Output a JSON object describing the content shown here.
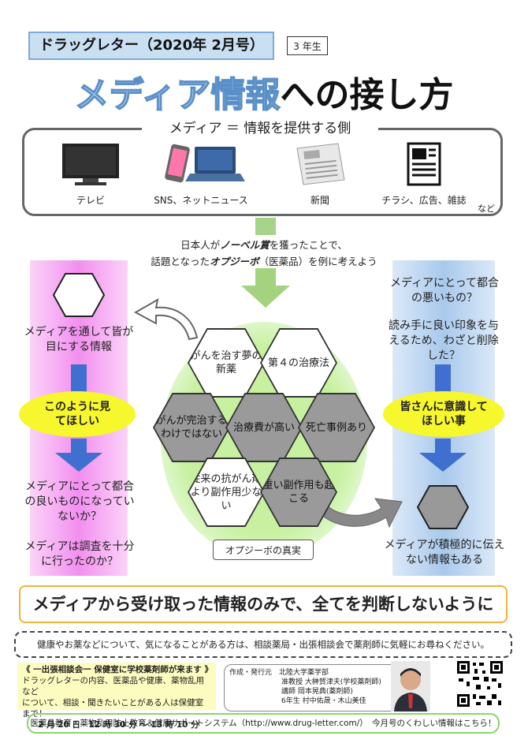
{
  "header": {
    "title": "ドラッグレター（2020年 2月号）",
    "grade": "3 年生"
  },
  "title": {
    "highlight": "メディア情報",
    "rest": "への接し方"
  },
  "media": {
    "heading": "メディア ＝ 情報を提供する側",
    "items": [
      {
        "label": "テレビ",
        "icon": "tv-icon"
      },
      {
        "label": "SNS、ネットニュース",
        "icon": "smartphone-laptop-icon"
      },
      {
        "label": "新聞",
        "icon": "newspaper-icon"
      },
      {
        "label": "チラシ、広告、雑誌",
        "icon": "flyer-icon"
      }
    ],
    "etc": "など"
  },
  "intro": {
    "line1_a": "日本人が",
    "line1_b": "ノーベル賞",
    "line1_c": "を獲ったことで、",
    "line2_a": "話題となった",
    "line2_b": "オプジーボ",
    "line2_c": "（医薬品）を例に考えよう"
  },
  "left": {
    "text1": "メディアを通して皆が目にする情報",
    "ellipse": "このように見てほしい",
    "text2": "メディアにとって都合の良いものになっていないか？",
    "text3": "メディアは調査を十分に行ったのか？"
  },
  "right": {
    "text1": "メディアにとって都合の悪いもの？",
    "text2": "読み手に良い印象を与えるため、わざと削除した？",
    "ellipse": "皆さんに意識してほしい事",
    "text3": "メディアが積極的に伝えない情報もある"
  },
  "hexes": [
    {
      "text": "がんを治す夢の新薬",
      "style": "white"
    },
    {
      "text": "第４の治療法",
      "style": "white"
    },
    {
      "text": "がんが完治するわけではない",
      "style": "gray"
    },
    {
      "text": "治療費が高い",
      "style": "gray"
    },
    {
      "text": "死亡事例あり",
      "style": "gray"
    },
    {
      "text": "従来の抗がん剤より副作用少ない",
      "style": "white"
    },
    {
      "text": "重い副作用も起こる",
      "style": "gray"
    }
  ],
  "truth_label": "オプジーボの真実",
  "conclusion": "メディアから受け取った情報のみで、全てを判断しないように",
  "consult": "健康やお薬などについて、気になることがある方は、相談薬局・出張相談会で薬剤師に気軽にお尋ねください。",
  "dept": {
    "title": "《 一出張相談会一 保健室に学校薬剤師が来ます 》",
    "line1": "ドラッグレターの内容、医薬品や健康、薬物乱用など",
    "line2": "について、相談・聞きたいことがある人は保健室まで！",
    "time": "2 月 20 日　12 時 30 分 ～ 13 時 10 分"
  },
  "staff": {
    "role": "作成・発行元",
    "org": "北陸大学薬学部",
    "l1": "准教授 大榊賀津夫(学校薬剤師)",
    "l2": "講師 岡本晃典(薬剤師)",
    "l3": "6年生 村中佑晟・木山美佳"
  },
  "footer": "医薬品教育・薬物乱用防止教育＆健康サポートシステム（http://www.drug-letter.com/）　今月号のくわしい情報はこちら！"
}
